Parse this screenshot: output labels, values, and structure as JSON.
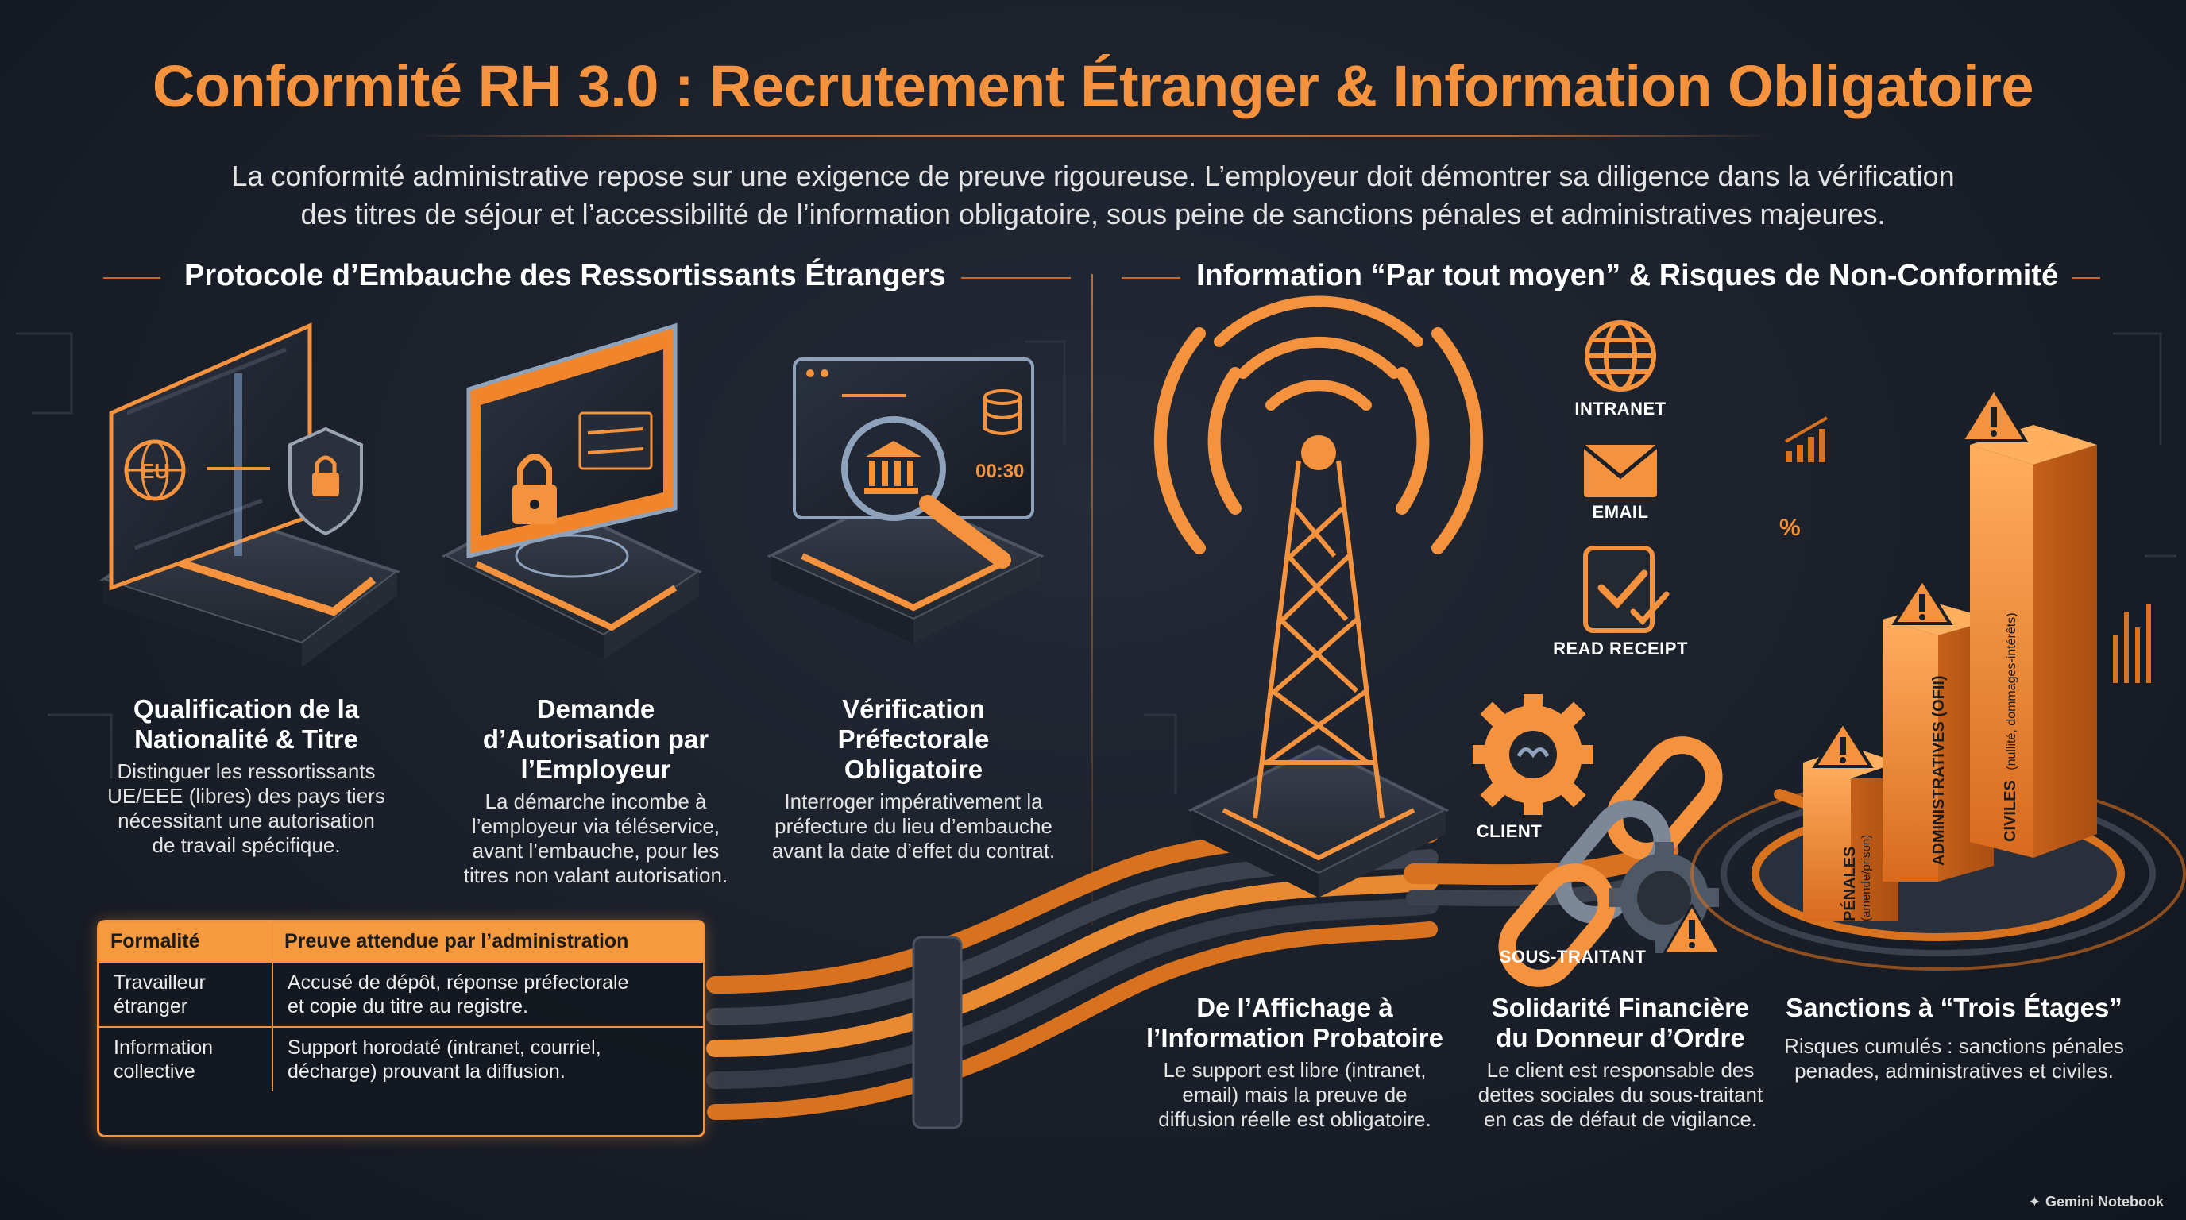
{
  "title": "Conformité RH 3.0 : Recrutement Étranger & Information Obligatoire",
  "intro_line1": "La conformité administrative repose sur une exigence de preuve rigoureuse. L’employeur doit démontrer sa diligence dans la vérification",
  "intro_line2": "des titres de séjour et l’accessibilité de l’information obligatoire, sous peine de sanctions pénales et administratives majeures.",
  "left_section": {
    "title": "Protocole d’Embauche des Ressortissants Étrangers",
    "steps": [
      {
        "title_l1": "Qualification de la",
        "title_l2": "Nationalité & Titre",
        "title_l3": "",
        "text_l1": "Distinguer les ressortissants",
        "text_l2": "UE/EEE (libres) des pays tiers",
        "text_l3": "nécessitant une autorisation",
        "text_l4": "de travail spécifique."
      },
      {
        "title_l1": "Demande",
        "title_l2": "d’Autorisation par",
        "title_l3": "l’Employeur",
        "text_l1": "La démarche incombe à",
        "text_l2": "l’employeur via téléservice,",
        "text_l3": "avant l’embauche, pour les",
        "text_l4": "titres non valant autorisation."
      },
      {
        "title_l1": "Vérification",
        "title_l2": "Préfectorale",
        "title_l3": "Obligatoire",
        "text_l1": "Interroger impérativement la",
        "text_l2": "préfecture du lieu d’embauche",
        "text_l3": "avant la date d’effet du contrat.",
        "text_l4": ""
      }
    ],
    "illustration_labels": {
      "eu_badge": "EU",
      "timer": "00:30"
    },
    "table": {
      "headers": [
        "Formalité",
        "Preuve attendue par l’administration"
      ],
      "rows": [
        {
          "c1_l1": "Travailleur",
          "c1_l2": "étranger",
          "c2_l1": "Accusé de dépôt, réponse préfectorale",
          "c2_l2": "et copie du titre au registre."
        },
        {
          "c1_l1": "Information",
          "c1_l2": "collective",
          "c2_l1": "Support horodaté (intranet, courriel,",
          "c2_l2": "décharge) prouvant la diffusion."
        }
      ]
    }
  },
  "right_section": {
    "title": "Information “Par tout moyen” & Risques de Non-Conformité",
    "channels": [
      "INTRANET",
      "EMAIL",
      "READ RECEIPT"
    ],
    "parties": {
      "client": "CLIENT",
      "subcontractor": "SOUS-TRAITANT"
    },
    "pillars": {
      "p1_main": "PÉNALES",
      "p1_sub": "(amende/prison)",
      "p2_main": "ADMINISTRATIVES (OFII)",
      "p3_main": "CIVILES",
      "p3_sub": "(nullité, dommages-intérêts)",
      "percent": "%"
    },
    "cards": [
      {
        "title_l1": "De l’Affichage à",
        "title_l2": "l’Information Probatoire",
        "text_l1": "Le support est libre (intranet,",
        "text_l2": "email) mais la preuve de",
        "text_l3": "diffusion réelle est obligatoire."
      },
      {
        "title_l1": "Solidarité Financière",
        "title_l2": "du Donneur d’Ordre",
        "text_l1": "Le client est responsable des",
        "text_l2": "dettes sociales du sous-traitant",
        "text_l3": "en cas de défaut de vigilance."
      },
      {
        "title_l1": "Sanctions à “Trois Étages”",
        "title_l2": "",
        "text_l1": "Risques cumulés : sanctions pénales",
        "text_l2": "penades, administratives et civiles.",
        "text_l3": ""
      }
    ]
  },
  "watermark": "Gemini Notebook",
  "colors": {
    "accent": "#f5923e",
    "background": "#1a1f29",
    "panel": "#2a303c",
    "text": "#ffffff"
  },
  "icons": [
    "eu-globe-icon",
    "shield-lock-icon",
    "monitor-lock-icon",
    "magnifier-bank-icon",
    "database-icon",
    "radio-tower-icon",
    "globe-icon",
    "envelope-icon",
    "tablet-check-icon",
    "gear-handshake-icon",
    "chain-link-icon",
    "gear-dollar-icon",
    "warning-icon",
    "bar-growth-icon"
  ]
}
